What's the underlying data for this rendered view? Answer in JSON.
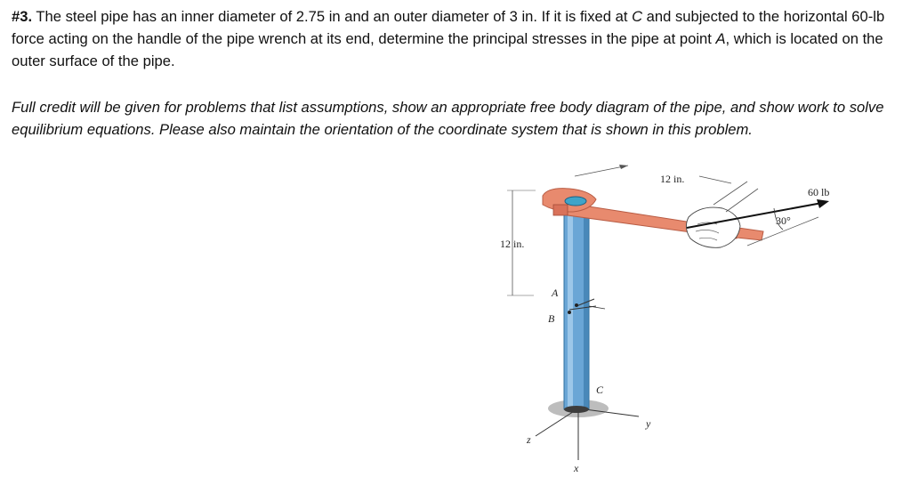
{
  "problem": {
    "number": "#3.",
    "text_part1": " The steel pipe has an inner diameter of 2.75 in and an outer diameter of 3 in.  If it is fixed at ",
    "point_c": "C",
    "text_part2": " and subjected to the horizontal 60-lb force acting on the handle of the pipe wrench at its end, determine the principal stresses in the pipe at point ",
    "point_a": "A",
    "text_part3": ", which is located on the outer surface of the pipe."
  },
  "note": "Full credit will be given for problems that list assumptions, show an appropriate free body diagram of the pipe, and show work to solve equilibrium equations. Please also maintain the orientation of the coordinate system that is shown in this problem.",
  "figure": {
    "dim_vertical": "12 in.",
    "dim_handle": "12 in.",
    "force": "60 lb",
    "angle": "30°",
    "point_a": "A",
    "point_b": "B",
    "point_c": "C",
    "axis_x": "x",
    "axis_y": "y",
    "axis_z": "z",
    "colors": {
      "pipe": "#6aa6d6",
      "pipe_dark": "#2f6f9f",
      "wrench": "#e88a6e",
      "wrench_dark": "#b85c44"
    }
  }
}
